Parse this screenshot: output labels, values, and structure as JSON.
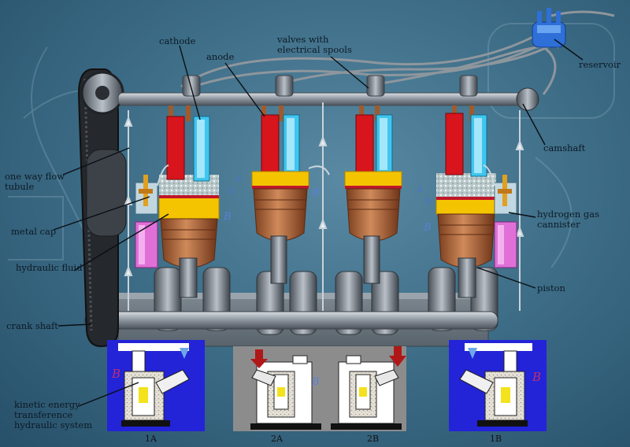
{
  "labels": {
    "cathode": "cathode",
    "anode": "anode",
    "valves": "valves with\nelectrical spools",
    "reservoir": "reservoir",
    "camshaft": "camshaft",
    "one_way": "one way flow\ntubule",
    "metal_cap": "metal cap",
    "hydraulic_fluid": "hydraulic fluid",
    "hydrogen": "hydrogen gas\ncannister",
    "piston": "piston",
    "crank_shaft": "crank shaft",
    "kinetic": "kinetic energy\ntransference\nhydraulic system"
  },
  "panels": [
    "1A",
    "2A",
    "2B",
    "1B"
  ],
  "symbol_b": "B",
  "symbol_b_small": "b",
  "colors": {
    "cathode_blue": "#3fc6f0",
    "anode_red": "#d8141c",
    "hydraulic_yellow": "#f5c400",
    "piston_copper": "#b8663a",
    "hydrogen_pink": "#e070d8",
    "panel_blue": "#2323d8",
    "panel_grey": "#8c8c8c",
    "reservoir_blue": "#2e6fd8",
    "arrow_red": "#b01818"
  }
}
